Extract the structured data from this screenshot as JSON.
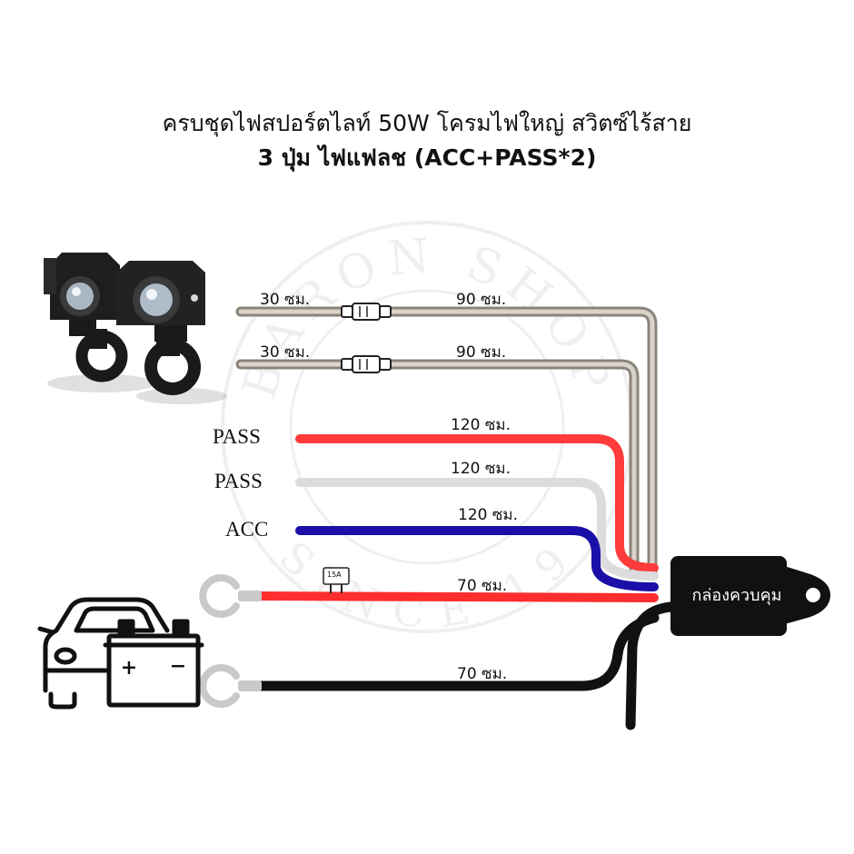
{
  "title": {
    "line1": "ครบชุดไฟสปอร์ตไลท์ 50W โครมไฟใหญ่ สวิตซ์ไร้สาย",
    "line2": "3 ปุ่ม ไฟแฟลช (ACC+PASS*2)"
  },
  "watermark": {
    "top": "BARON SHOP",
    "bottom": "SINCE 19"
  },
  "lamp_wires": [
    {
      "left_length": "30 ซม.",
      "right_length": "90 ซม."
    },
    {
      "left_length": "30 ซม.",
      "right_length": "90 ซม."
    }
  ],
  "switch_wires": [
    {
      "name": "PASS",
      "length": "120 ซม.",
      "color": "#ff3b3b"
    },
    {
      "name": "PASS",
      "length": "120 ซม.",
      "color": "#dcdcdc"
    },
    {
      "name": "ACC",
      "length": "120 ซม.",
      "color": "#1a0fa8"
    }
  ],
  "power_wires": [
    {
      "length": "70 ซม.",
      "color": "#ff2e2e",
      "fuse": "15A"
    },
    {
      "length": "70 ซม.",
      "color": "#111111"
    }
  ],
  "control_box": {
    "label": "กล่องควบคุม"
  },
  "battery": {
    "plus": "+",
    "minus": "−"
  },
  "colors": {
    "lamp_wire": "#b5ada3",
    "box": "#111111"
  }
}
